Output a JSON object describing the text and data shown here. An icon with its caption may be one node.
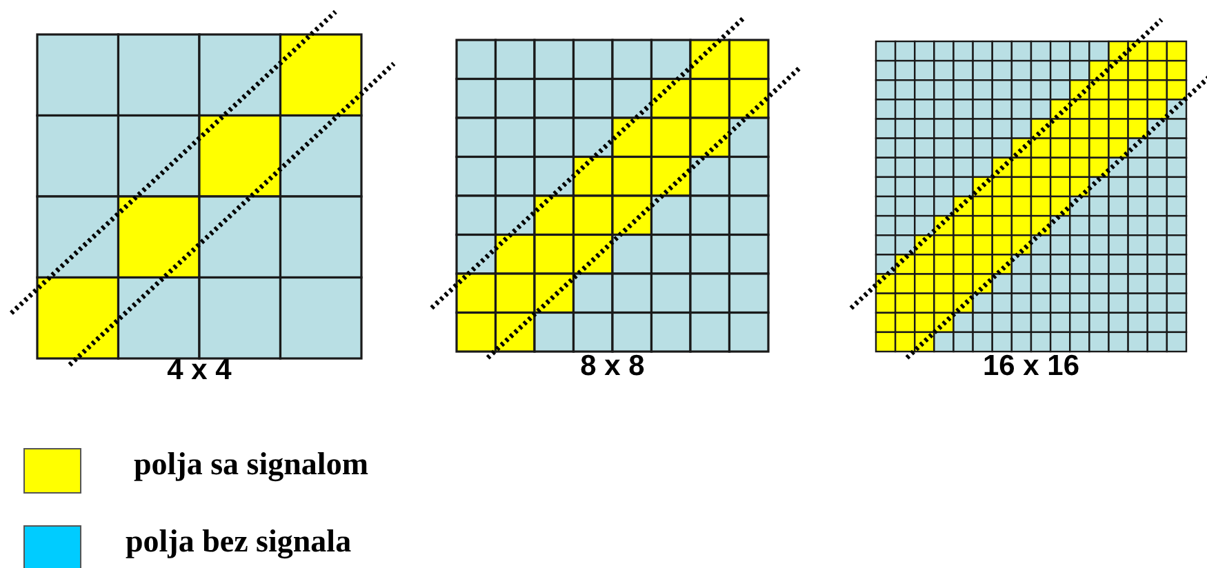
{
  "diagram": {
    "labels": [
      "4 x 4",
      "8 x 8",
      "16 x 16"
    ],
    "legend": [
      {
        "text": "polja sa signalom",
        "color": "#ffff00"
      },
      {
        "text": "polja bez signala",
        "color": "#00ccff"
      }
    ]
  }
}
